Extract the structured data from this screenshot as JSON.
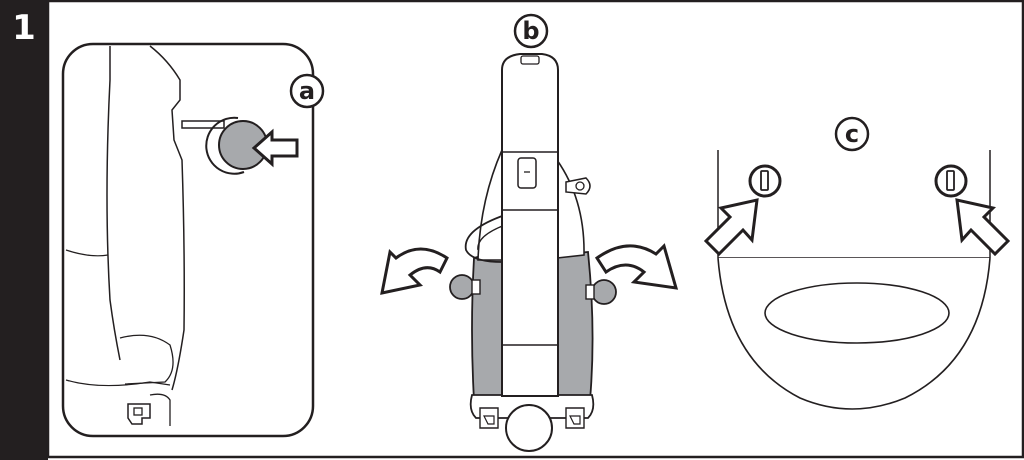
{
  "step": {
    "number": "1"
  },
  "panels": [
    {
      "id": "a",
      "label": "a"
    },
    {
      "id": "b",
      "label": "b"
    },
    {
      "id": "c",
      "label": "c"
    }
  ],
  "colors": {
    "ink": "#231f20",
    "part_gray": "#a7a9ac",
    "light_gray": "#d1d3d4",
    "background": "#ffffff"
  }
}
